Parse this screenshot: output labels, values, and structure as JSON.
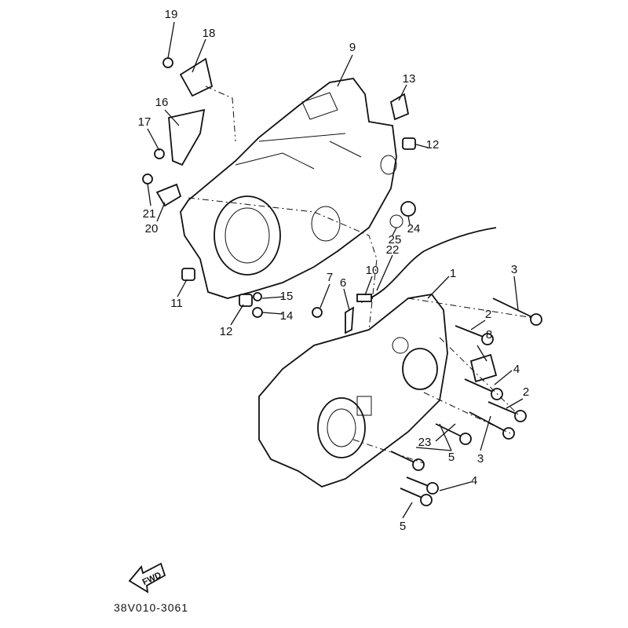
{
  "diagram": {
    "title_code": "38V010-3061",
    "fwd_label": "FWD",
    "callouts": [
      "19",
      "18",
      "9",
      "13",
      "16",
      "17",
      "12",
      "21",
      "20",
      "24",
      "25",
      "22",
      "10",
      "1",
      "3",
      "7",
      "6",
      "11",
      "15",
      "14",
      "12",
      "2",
      "8",
      "4",
      "2",
      "23",
      "5",
      "3",
      "4",
      "5"
    ]
  }
}
